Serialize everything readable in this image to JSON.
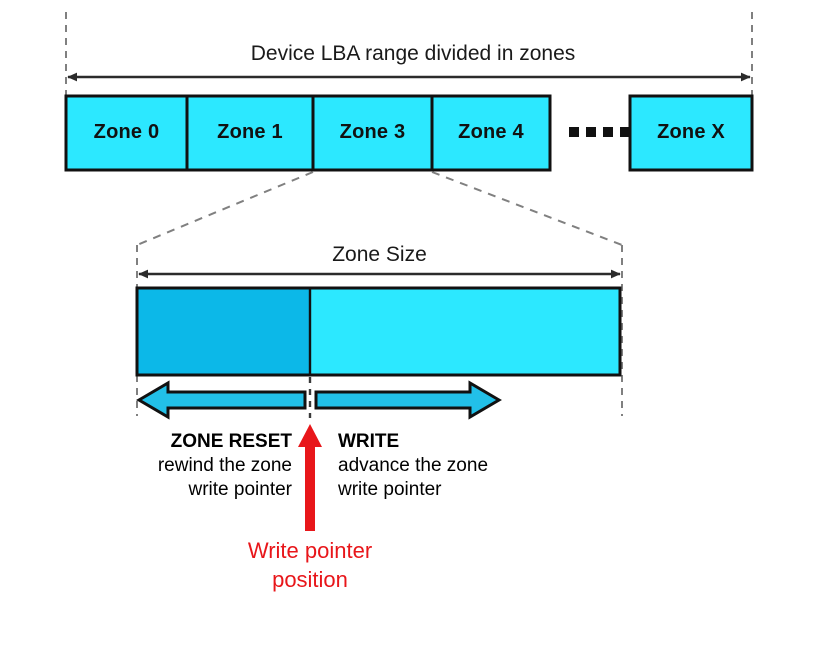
{
  "diagram": {
    "title": "Device LBA range divided in zones",
    "colors": {
      "zone_fill": "#2CE8FF",
      "written_fill": "#0CB8E8",
      "arrow_fill": "#22C0E8",
      "outline": "#111111",
      "guide": "#808080",
      "pointer_red": "#E8161A",
      "background": "#FFFFFF"
    },
    "top_section": {
      "range_caption": "Device LBA range divided in zones",
      "range_arrow": "double-headed-horizontal-arrow",
      "zones": [
        {
          "label": "Zone 0"
        },
        {
          "label": "Zone 1"
        },
        {
          "label": "Zone 3"
        },
        {
          "label": "Zone 4"
        }
      ],
      "ellipsis_dots": 4,
      "last_zone": {
        "label": "Zone X"
      }
    },
    "detail_section": {
      "zone_size_caption": "Zone Size",
      "zone_size_arrow": "double-headed-horizontal-arrow",
      "written_region": "written-area",
      "free_region": "free-area"
    },
    "actions": {
      "reset": {
        "title": "ZONE RESET",
        "line1": "rewind the zone",
        "line2": "write pointer",
        "arrow_direction": "left"
      },
      "write": {
        "title": "WRITE",
        "line1": "advance the zone",
        "line2": "write pointer",
        "arrow_direction": "right"
      }
    },
    "pointer": {
      "caption_line1": "Write pointer",
      "caption_line2": "position",
      "arrow_direction": "up"
    }
  }
}
